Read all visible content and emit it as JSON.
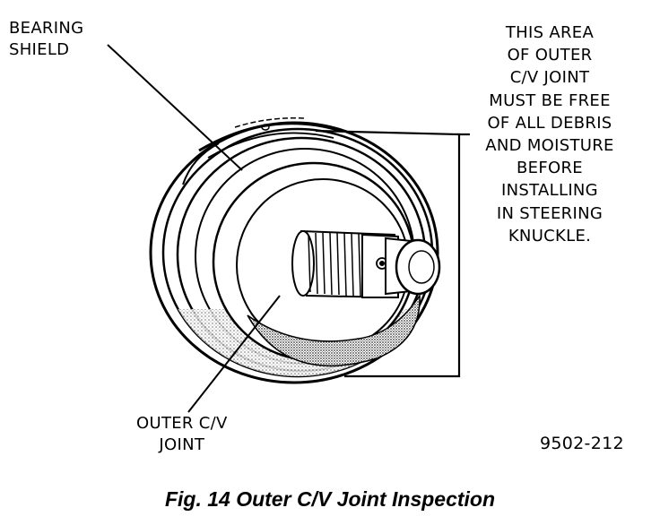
{
  "labels": {
    "bearing_shield": [
      "BEARING",
      "SHIELD"
    ],
    "outer_cv_joint": [
      "OUTER C/V",
      "JOINT"
    ],
    "clean_area_note": [
      "THIS AREA",
      "OF OUTER",
      "C/V JOINT",
      "MUST BE FREE",
      "OF ALL DEBRIS",
      "AND MOISTURE",
      "BEFORE",
      "INSTALLING",
      "IN STEERING",
      "KNUCKLE."
    ]
  },
  "figure_number": "9502-212",
  "caption": "Fig. 14 Outer C/V Joint Inspection"
}
